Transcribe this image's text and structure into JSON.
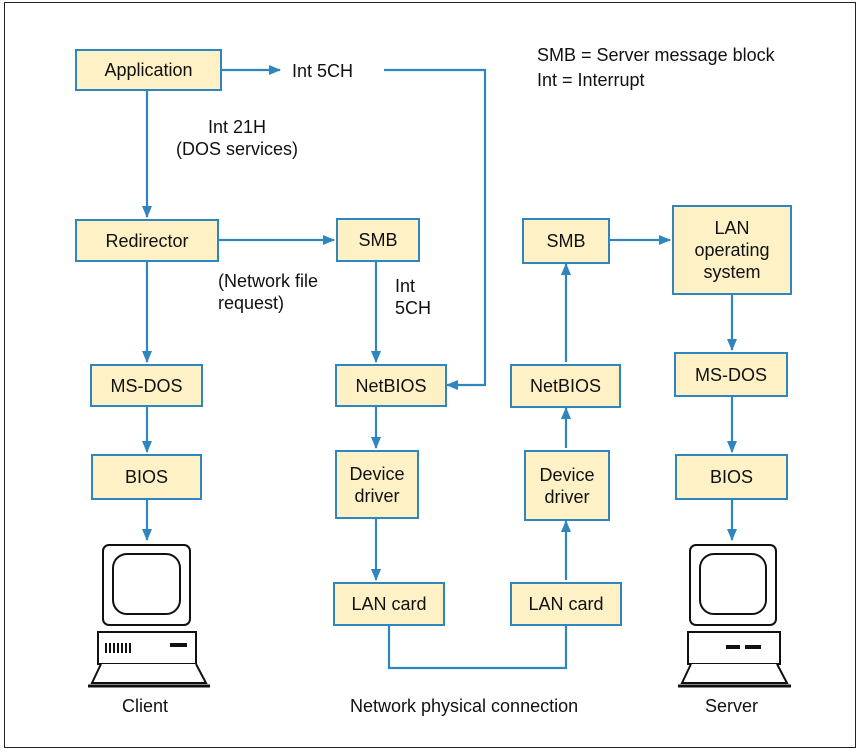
{
  "colors": {
    "box_fill": "#fdf1c5",
    "box_border": "#2f86bf",
    "arrow": "#2f86bf",
    "text": "#111111"
  },
  "legend": {
    "smb": "SMB = Server message block",
    "int": "Int = Interrupt"
  },
  "client": {
    "application": "Application",
    "redirector": "Redirector",
    "msdos": "MS-DOS",
    "bios": "BIOS",
    "caption": "Client"
  },
  "client_stack": {
    "smb": "SMB",
    "netbios": "NetBIOS",
    "device_driver": "Device\ndriver",
    "lan_card": "LAN card"
  },
  "server_stack": {
    "smb": "SMB",
    "netbios": "NetBIOS",
    "device_driver": "Device\ndriver",
    "lan_card": "LAN card"
  },
  "server": {
    "lan_os": "LAN\noperating\nsystem",
    "msdos": "MS-DOS",
    "bios": "BIOS",
    "caption": "Server"
  },
  "labels": {
    "int5ch_top": "Int 5CH",
    "int21h": "Int 21H\n(DOS services)",
    "network_file_request": "(Network file\nrequest)",
    "int5ch_mid": "Int\n5CH",
    "network_physical": "Network physical connection"
  }
}
